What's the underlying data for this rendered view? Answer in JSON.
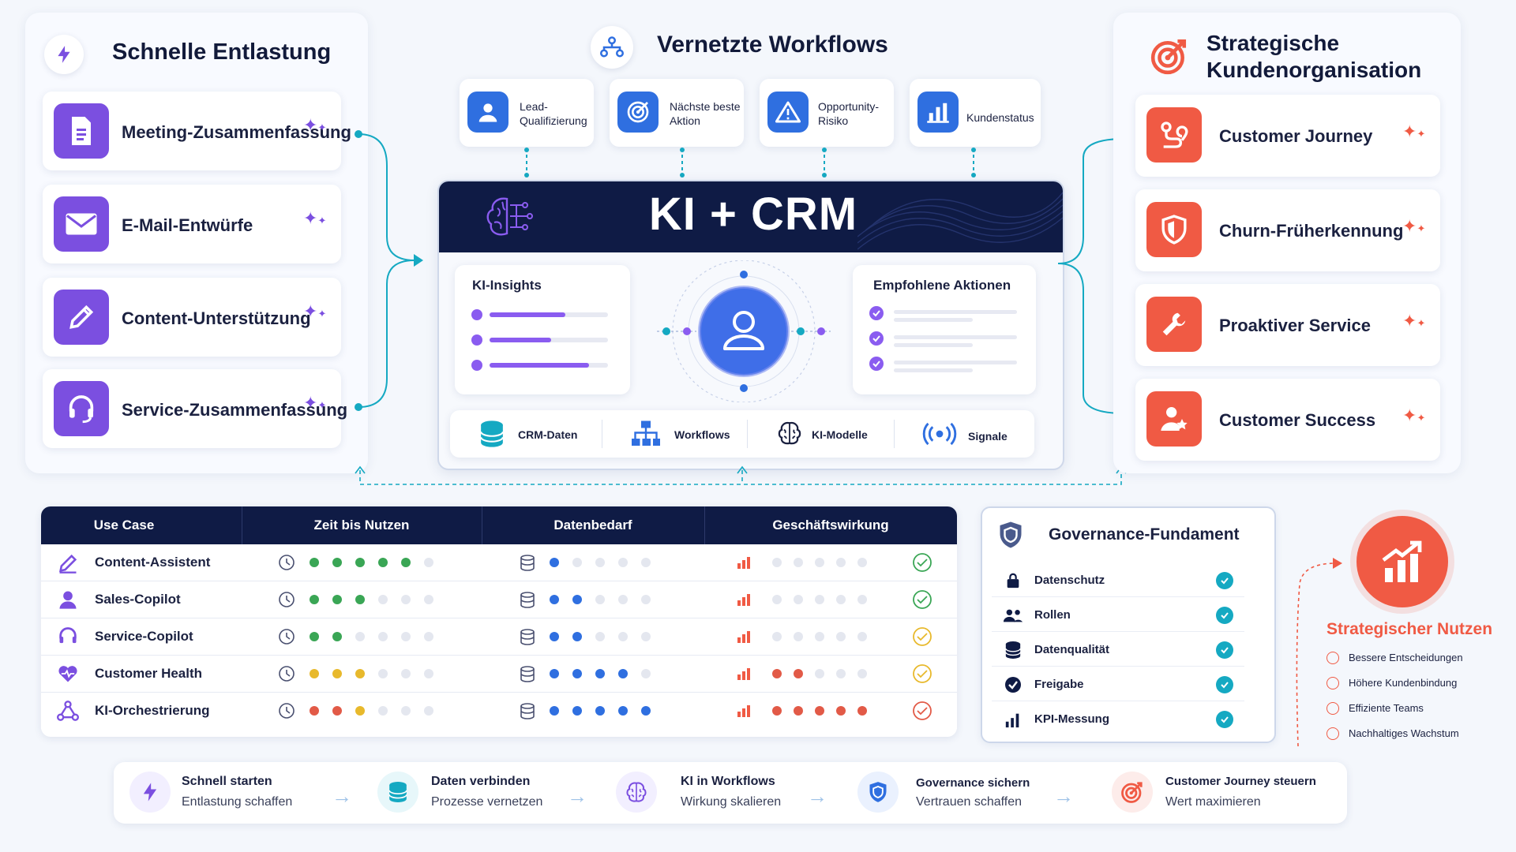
{
  "left_panel": {
    "title": "Schnelle Entlastung",
    "items": [
      {
        "label": "Meeting-Zusammenfassung",
        "icon": "document-icon"
      },
      {
        "label": "E-Mail-Entwürfe",
        "icon": "mail-icon"
      },
      {
        "label": "Content-Unterstützung",
        "icon": "pencil-icon"
      },
      {
        "label": "Service-Zusammenfassung",
        "icon": "headset-icon"
      }
    ]
  },
  "top": {
    "title": "Vernetzte Workflows",
    "cards": [
      {
        "label_line1": "Lead-",
        "label_line2": "Qualifizierung",
        "icon": "user-icon"
      },
      {
        "label_line1": "Nächste beste",
        "label_line2": "Aktion",
        "icon": "target-icon"
      },
      {
        "label_line1": "Opportunity-",
        "label_line2": "Risiko",
        "icon": "warning-icon"
      },
      {
        "label_line1": "Kundenstatus",
        "label_line2": "",
        "icon": "bar-chart-icon"
      }
    ]
  },
  "core": {
    "title": "KI + CRM",
    "insights_title": "KI-Insights",
    "actions_title": "Empfohlene Aktionen",
    "connectors": [
      "CRM-Daten",
      "Workflows",
      "KI-Modelle",
      "Signale"
    ]
  },
  "right_panel": {
    "title_line1": "Strategische",
    "title_line2": "Kundenorganisation",
    "items": [
      {
        "label": "Customer Journey",
        "icon": "route-icon"
      },
      {
        "label": "Churn-Früherkennung",
        "icon": "shield-icon"
      },
      {
        "label": "Proaktiver Service",
        "icon": "wrench-icon"
      },
      {
        "label": "Customer Success",
        "icon": "user-star-icon"
      }
    ]
  },
  "table": {
    "headers": [
      "Use Case",
      "Zeit bis Nutzen",
      "Datenbedarf",
      "Geschäftswirkung"
    ],
    "rows": [
      {
        "name": "Content-Assistent",
        "icon": "pencil-icon",
        "time_color": "#3aa655",
        "time": 5,
        "data": 1,
        "impact": 0,
        "impact_color": "#e25a47",
        "status": "#3aa655"
      },
      {
        "name": "Sales-Copilot",
        "icon": "user-icon",
        "time_color": "#3aa655",
        "time": 3,
        "data": 2,
        "impact": 0,
        "impact_color": "#e25a47",
        "status": "#3aa655"
      },
      {
        "name": "Service-Copilot",
        "icon": "headset-icon",
        "time_color": "#3aa655",
        "time": 2,
        "data": 2,
        "impact": 0,
        "impact_color": "#e25a47",
        "status": "#e8b92c"
      },
      {
        "name": "Customer Health",
        "icon": "heart-icon",
        "time_color": "#e8b92c",
        "time": 3,
        "data": 4,
        "impact": 2,
        "impact_color": "#e25a47",
        "status": "#e8b92c"
      },
      {
        "name": "KI-Orchestrierung",
        "icon": "network-icon",
        "time_color": "mixed",
        "time": 3,
        "data": 5,
        "impact": 5,
        "impact_color": "#e25a47",
        "status": "#e25a47"
      }
    ]
  },
  "governance": {
    "title": "Governance-Fundament",
    "items": [
      {
        "label": "Datenschutz",
        "icon": "lock-icon"
      },
      {
        "label": "Rollen",
        "icon": "users-icon"
      },
      {
        "label": "Datenqualität",
        "icon": "database-icon"
      },
      {
        "label": "Freigabe",
        "icon": "check-badge-icon"
      },
      {
        "label": "KPI-Messung",
        "icon": "bar-chart-icon"
      }
    ]
  },
  "benefits": {
    "title": "Strategischer Nutzen",
    "items": [
      "Bessere Entscheidungen",
      "Höhere Kundenbindung",
      "Effiziente Teams",
      "Nachhaltiges Wachstum"
    ]
  },
  "steps": [
    {
      "line1": "Schnell starten",
      "line2": "Entlastung schaffen",
      "icon": "lightning-icon"
    },
    {
      "line1": "Daten verbinden",
      "line2": "Prozesse vernetzen",
      "icon": "database-icon"
    },
    {
      "line1": "KI in Workflows",
      "line2": "Wirkung skalieren",
      "icon": "brain-icon"
    },
    {
      "line1": "Governance sichern",
      "line2": "Vertrauen schaffen",
      "icon": "shield-icon"
    },
    {
      "line1": "Customer Journey steuern",
      "line2": "Wert maximieren",
      "icon": "target-icon"
    }
  ],
  "colors": {
    "navy": "#0f1b45",
    "purple": "#7b4fe0",
    "blue": "#2f6fe0",
    "coral": "#f05a44",
    "teal": "#15a9c2"
  }
}
